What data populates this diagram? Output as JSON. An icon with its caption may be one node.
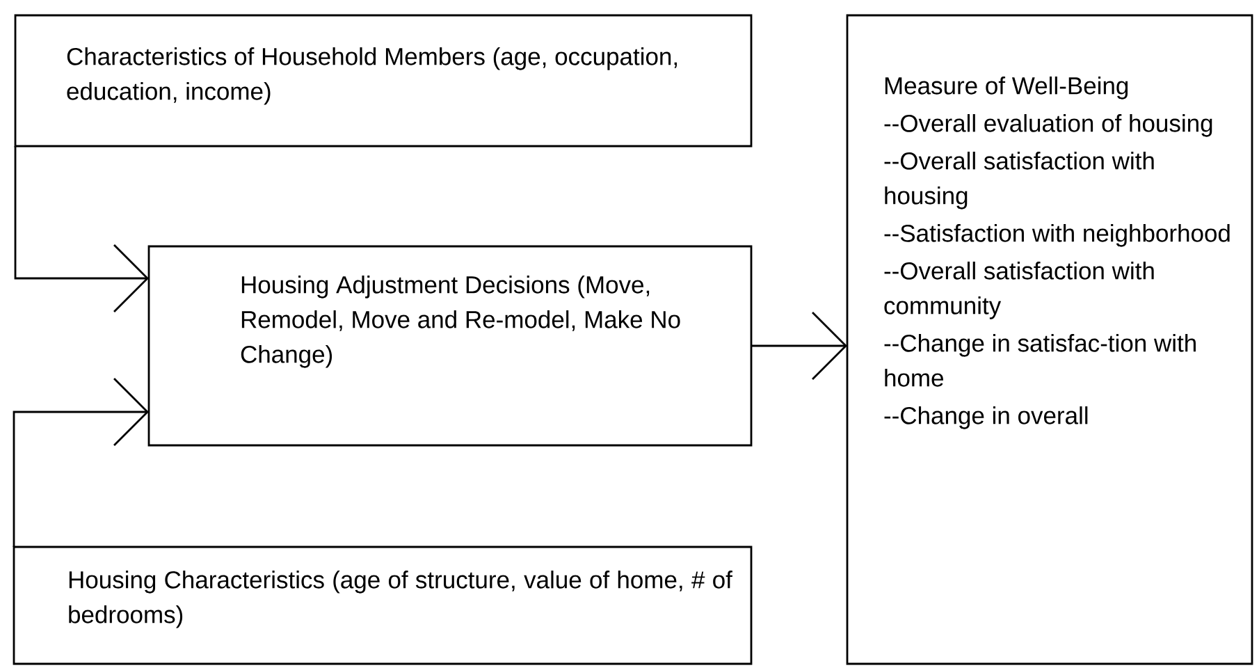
{
  "diagram": {
    "nodes": [
      {
        "text": [
          "Characteristics of Household Members (age, occupation, education, income)"
        ]
      },
      {
        "text": [
          "Housing Adjustment Decisions (Move, Remodel, Move and Re-model, Make No Change)"
        ]
      },
      {
        "text": [
          "Housing Characteristics (age of structure, value of home, # of bedrooms)"
        ]
      },
      {
        "text": [
          "Measure of Well-Being",
          "--Overall evaluation of housing",
          "--Overall satisfaction with housing",
          "--Satisfaction with neighborhood",
          "--Overall satisfaction with community",
          "--Change in satisfac-tion with home",
          "--Change in overall"
        ]
      }
    ],
    "edges": [
      {
        "from": 0,
        "to": 1,
        "arrow": "to"
      },
      {
        "from": 2,
        "to": 1,
        "arrow": "to"
      },
      {
        "from": 1,
        "to": 3,
        "arrow": "to"
      }
    ]
  }
}
